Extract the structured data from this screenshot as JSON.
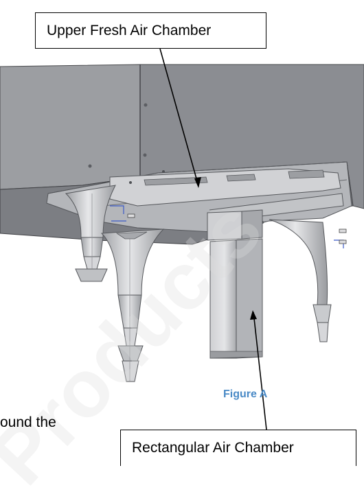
{
  "callouts": {
    "upper": "Upper Fresh Air Chamber",
    "rectangular": "Rectangular Air Chamber"
  },
  "figure_caption": "Figure A",
  "partial_text": "ound the",
  "watermark_text": "Products",
  "colors": {
    "caption": "#4a8ac6",
    "panel": "#8e9095",
    "frame": "#b7b9bd",
    "legs": "#c7c9cd"
  }
}
